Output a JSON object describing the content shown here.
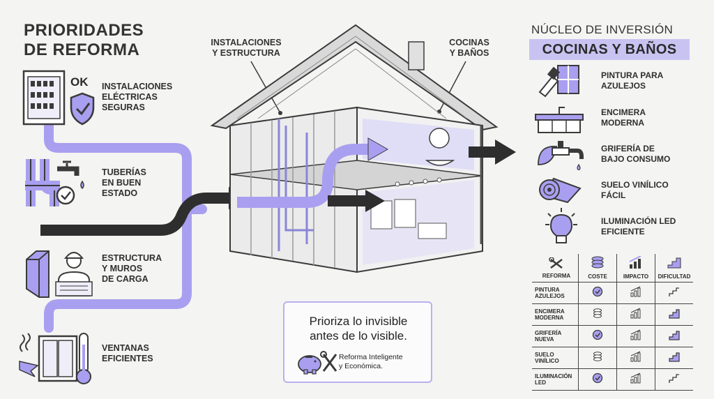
{
  "left": {
    "title_line1": "PRIORIDADES",
    "title_line2": "DE REFORMA",
    "ok_badge": "OK",
    "items": [
      {
        "line1": "INSTALACIONES",
        "line2": "ELÉCTRICAS",
        "line3": "SEGURAS",
        "icon": "electrical-panel-icon"
      },
      {
        "line1": "TUBERÍAS",
        "line2": "EN BUEN",
        "line3": "ESTADO",
        "icon": "pipes-faucet-icon"
      },
      {
        "line1": "ESTRUCTURA",
        "line2": "Y MUROS",
        "line3": "DE CARGA",
        "icon": "worker-wall-icon"
      },
      {
        "line1": "VENTANAS",
        "line2": "EFICIENTES",
        "line3": "",
        "icon": "window-thermometer-icon"
      }
    ]
  },
  "house": {
    "label_left_1": "INSTALACIONES",
    "label_left_2": "Y ESTRUCTURA",
    "label_right_1": "COCINAS",
    "label_right_2": "Y BAÑOS"
  },
  "note": {
    "line1": "Prioriza lo invisible",
    "line2": "antes de lo visible.",
    "sub1": "Reforma Inteligente",
    "sub2": "y Económica."
  },
  "right": {
    "title": "NÚCLEO DE INVERSIÓN",
    "banner": "COCINAS Y BAÑOS",
    "items": [
      {
        "line1": "PINTURA PARA",
        "line2": "AZULEJOS",
        "icon": "paint-roller-icon"
      },
      {
        "line1": "ENCIMERA",
        "line2": "MODERNA",
        "icon": "countertop-icon"
      },
      {
        "line1": "GRIFERÍA DE",
        "line2": "BAJO CONSUMO",
        "icon": "faucet-leaf-icon"
      },
      {
        "line1": "SUELO VINÍLICO",
        "line2": "FÁCIL",
        "icon": "vinyl-roll-icon"
      },
      {
        "line1": "ILUMINACIÓN LED",
        "line2": "EFICIENTE",
        "icon": "led-bulb-icon"
      }
    ]
  },
  "table": {
    "headers": [
      "REFORMA",
      "COSTE",
      "IMPACTO",
      "DIFICULTAD"
    ],
    "rows": [
      {
        "line1": "PINTURA",
        "line2": "AZULEJOS",
        "coste": "check",
        "impacto": "bars",
        "dificultad": "stairs-low"
      },
      {
        "line1": "ENCIMERA",
        "line2": "MODERNA",
        "coste": "coins",
        "impacto": "bars",
        "dificultad": "stairs-high"
      },
      {
        "line1": "GRIFERÍA",
        "line2": "NUEVA",
        "coste": "check",
        "impacto": "bars",
        "dificultad": "stairs-high"
      },
      {
        "line1": "SUELO",
        "line2": "VINÍLICO",
        "coste": "coins",
        "impacto": "bars",
        "dificultad": "stairs-high"
      },
      {
        "line1": "ILUMINACIÓN",
        "line2": "LED",
        "coste": "check",
        "impacto": "bars",
        "dificultad": "stairs-low"
      }
    ]
  },
  "colors": {
    "accent": "#a99ff0",
    "accent_light": "#c9c3f2",
    "dark": "#3a3a3a",
    "arrow_dark": "#2e2e2e"
  }
}
